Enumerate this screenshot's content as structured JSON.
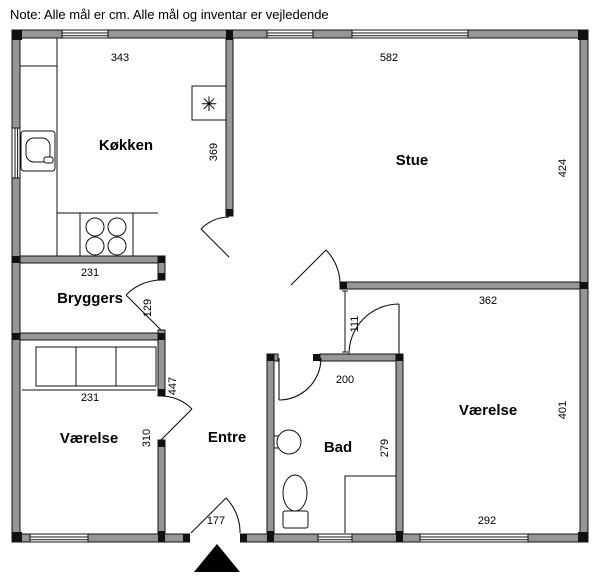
{
  "note": "Note: Alle mål er cm. Alle mål og inventar er vejledende",
  "rooms": {
    "kokken": {
      "label": "Køkken"
    },
    "stue": {
      "label": "Stue"
    },
    "bryggers": {
      "label": "Bryggers"
    },
    "vaerelse_left": {
      "label": "Værelse"
    },
    "entre": {
      "label": "Entre"
    },
    "bad": {
      "label": "Bad"
    },
    "vaerelse_right": {
      "label": "Værelse"
    }
  },
  "measurements": {
    "kokken_width_top": "343",
    "stue_width_top": "582",
    "kokken_depth": "369",
    "stue_depth": "424",
    "bryggers_width": "231",
    "bryggers_door": "129",
    "vaerelse_right_width_top": "362",
    "passage_width": "111",
    "entre_depth": "447",
    "bad_width": "200",
    "vaerelse_left_width": "231",
    "vaerelse_left_depth": "310",
    "bad_depth": "279",
    "vaerelse_right_depth": "401",
    "entre_width_bottom": "177",
    "vaerelse_right_width_bottom": "292"
  },
  "symbols": {
    "stove_asterisk": "✳"
  },
  "colors": {
    "wall_fill": "#969696",
    "line": "#111111",
    "background": "#ffffff",
    "text": "#000000"
  }
}
